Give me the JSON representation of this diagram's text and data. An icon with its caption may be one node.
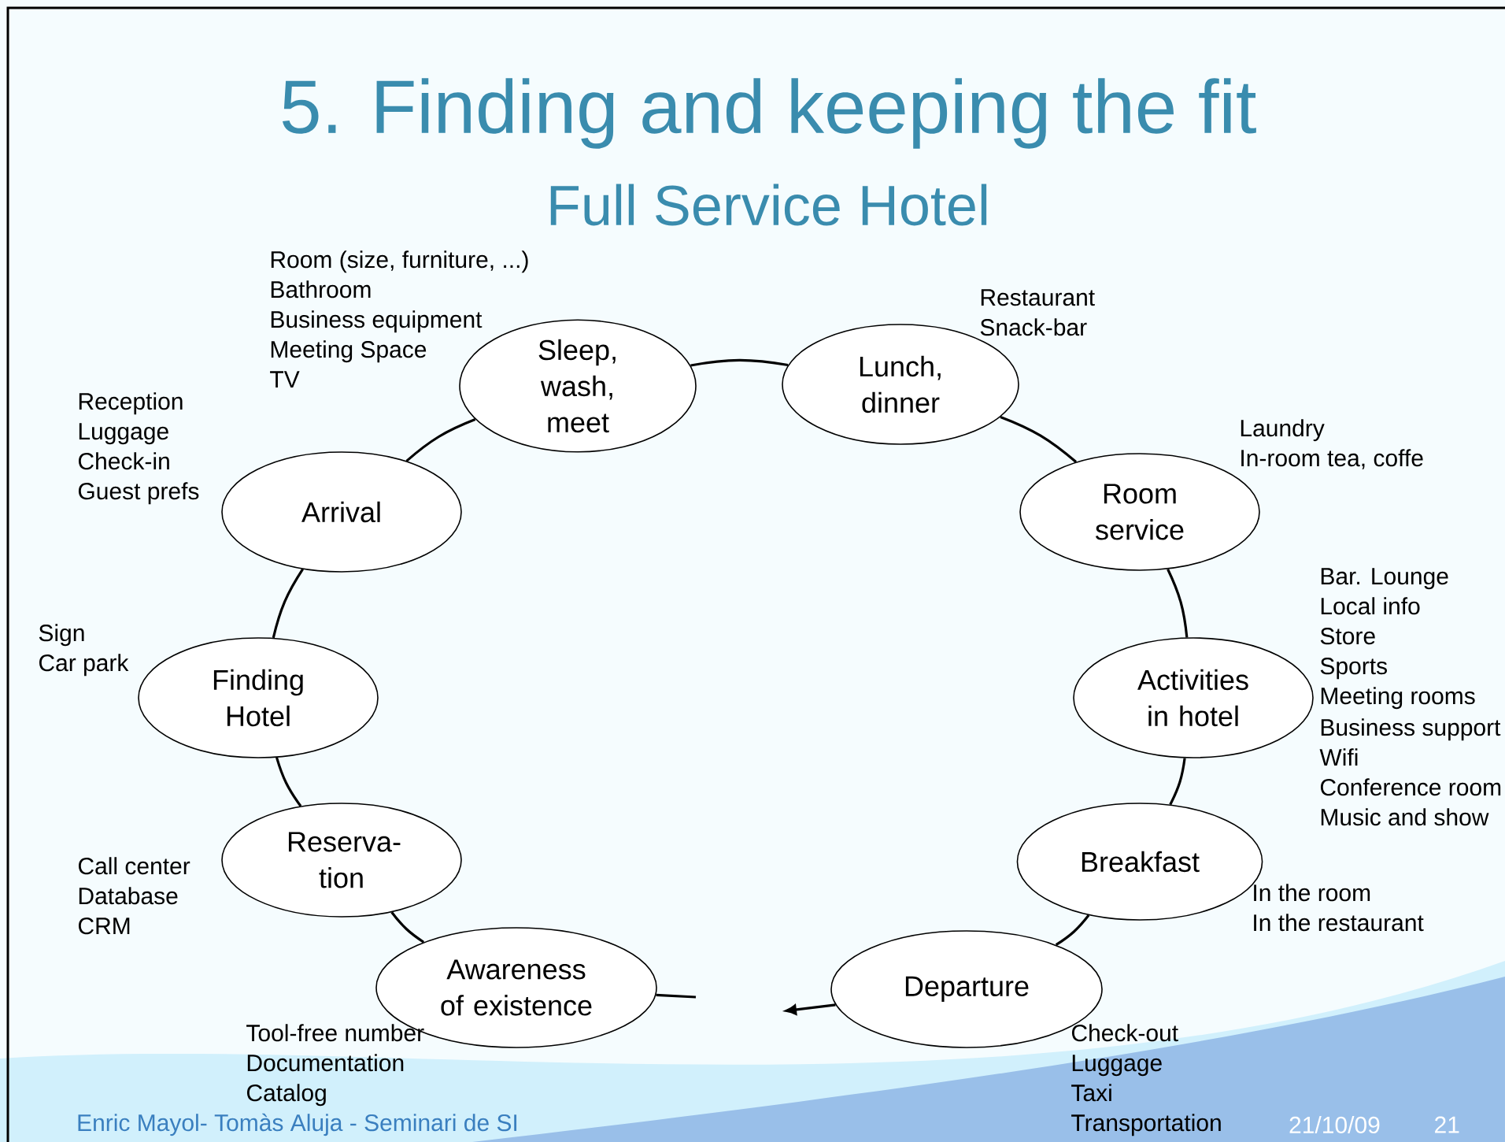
{
  "diagram": {
    "title": "5. Finding and keeping the fit",
    "nodes": [
      {
        "text": [
          "Awareness of existence"
        ],
        "beside": [
          "Tool-free number",
          "Documentation",
          "Catalog"
        ]
      },
      {
        "text": [
          "Reserva-tion"
        ],
        "beside": [
          "Call center",
          "Database",
          "CRM"
        ]
      },
      {
        "text": [
          "Finding Hotel"
        ],
        "beside": [
          "Sign",
          "Car park"
        ]
      },
      {
        "text": [
          "Arrival"
        ],
        "beside": [
          "Reception",
          "Luggage",
          "Check-in",
          "Guest prefs"
        ]
      },
      {
        "text": [
          "Sleep, wash, meet"
        ],
        "beside": [
          "Room (size, furniture, ...)",
          "Bathroom",
          "Business equipment",
          "Meeting Space",
          "TV"
        ]
      },
      {
        "text": [
          "Lunch, dinner"
        ],
        "beside": [
          "Restaurant",
          "Snack-bar"
        ]
      },
      {
        "text": [
          "Room service"
        ],
        "beside": [
          "Laundry",
          "In-room tea, coffe"
        ]
      },
      {
        "text": [
          "Activities in hotel"
        ],
        "beside": [
          "Bar. Lounge",
          "Local info",
          "Store",
          "Sports",
          "Meeting rooms",
          "Business support",
          "Wifi",
          "Conference room",
          "Music and show"
        ]
      },
      {
        "text": [
          "Breakfast"
        ],
        "beside": [
          "In the room",
          "In the restaurant"
        ]
      },
      {
        "text": [
          "Departure"
        ],
        "beside": [
          "Check-out",
          "Luggage",
          "Taxi",
          "Transportation"
        ]
      }
    ],
    "edges": [
      {
        "from": 0,
        "to": 1,
        "arrow": "none"
      },
      {
        "from": 1,
        "to": 2,
        "arrow": "none"
      },
      {
        "from": 2,
        "to": 3,
        "arrow": "none"
      },
      {
        "from": 3,
        "to": 4,
        "arrow": "none"
      },
      {
        "from": 4,
        "to": 5,
        "arrow": "none"
      },
      {
        "from": 5,
        "to": 6,
        "arrow": "none"
      },
      {
        "from": 6,
        "to": 7,
        "arrow": "none"
      },
      {
        "from": 7,
        "to": 8,
        "arrow": "none"
      },
      {
        "from": 8,
        "to": 9,
        "arrow": "none"
      },
      {
        "from": 9,
        "to": null,
        "arrow": "to"
      },
      {
        "from": 0,
        "to": null,
        "arrow": "none"
      }
    ],
    "labels": [
      "Full Service Hotel",
      "Enric Mayol- Tomàs Aluja - Seminari de SI",
      "21/10/09",
      "21"
    ]
  }
}
